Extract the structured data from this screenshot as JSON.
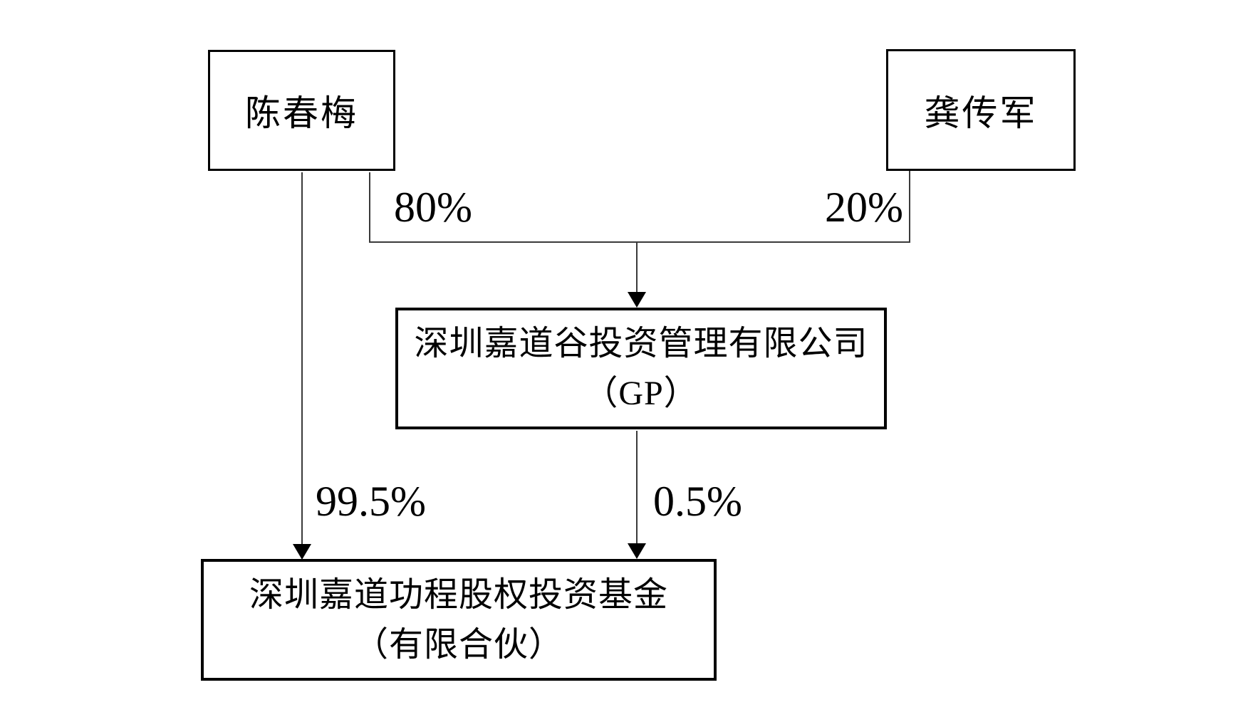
{
  "diagram": {
    "nodes": {
      "chen": {
        "label": "陈春梅"
      },
      "gong": {
        "label": "龚传军"
      },
      "gp_company": {
        "line1": "深圳嘉道谷投资管理有限公司",
        "line2": "（GP）"
      },
      "fund": {
        "line1": "深圳嘉道功程股权投资基金",
        "line2": "（有限合伙）"
      }
    },
    "edges": {
      "chen_to_gp_pct": "80%",
      "gong_to_gp_pct": "20%",
      "chen_to_fund_pct": "99.5%",
      "gp_to_fund_pct": "0.5%"
    },
    "colors": {
      "background": "#ffffff",
      "box_border": "#000000",
      "connector_line": "#3a3a3a",
      "text": "#000000"
    }
  }
}
